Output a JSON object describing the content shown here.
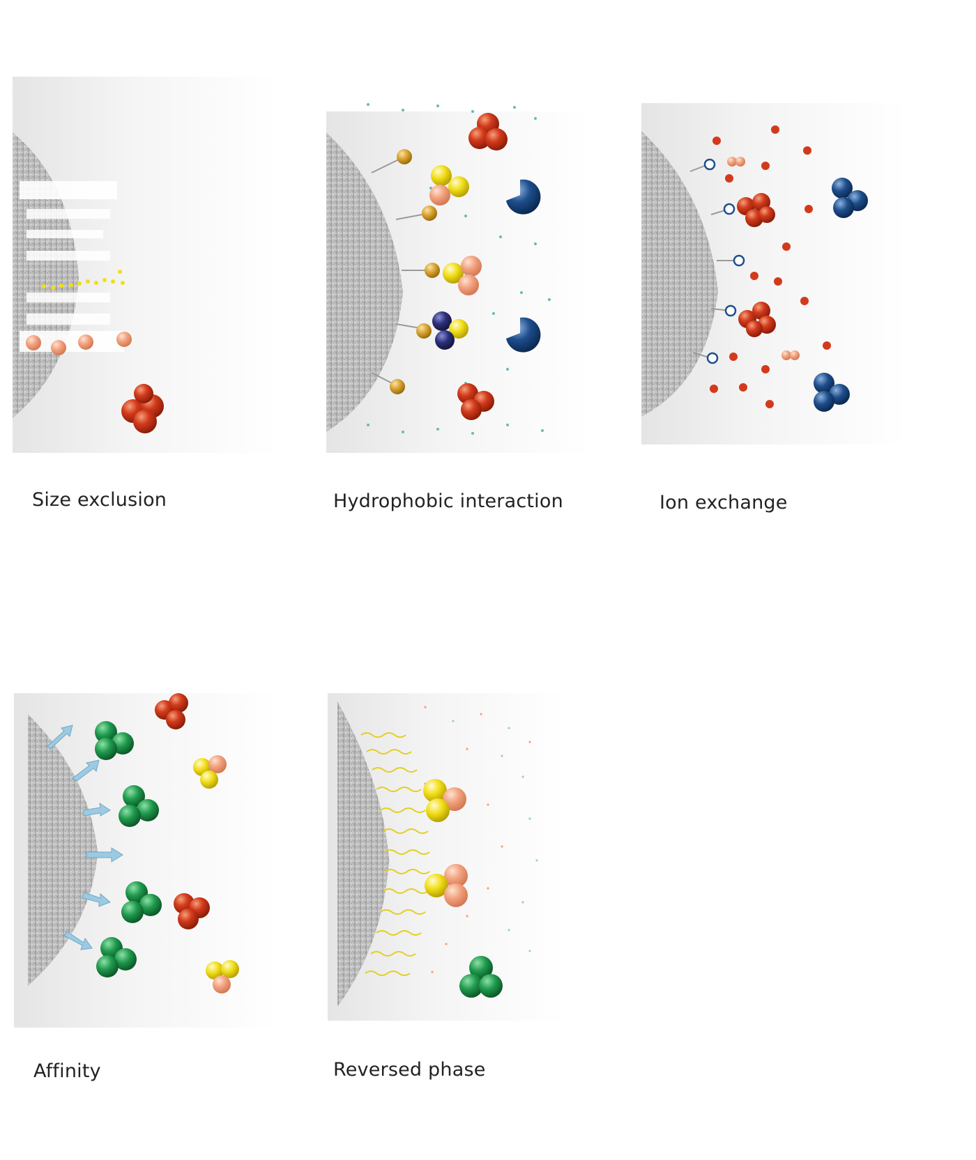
{
  "figure": {
    "panels": [
      {
        "id": "size-exclusion",
        "label": "Size exclusion"
      },
      {
        "id": "hydrophobic-interaction",
        "label": "Hydrophobic interaction"
      },
      {
        "id": "ion-exchange",
        "label": "Ion exchange"
      },
      {
        "id": "affinity",
        "label": "Affinity"
      },
      {
        "id": "reversed-phase",
        "label": "Reversed phase"
      }
    ]
  },
  "colors": {
    "red": "#d33a1c",
    "orange": "#f3a17e",
    "yellow": "#f1de17",
    "green": "#1f9a4d",
    "navy": "#1d4e8c",
    "indigo": "#2c2f7a",
    "gold": "#d9a431",
    "teal": "#6bb7b7",
    "arrow": "#9ccae3",
    "bead": "#bdbdbd"
  }
}
